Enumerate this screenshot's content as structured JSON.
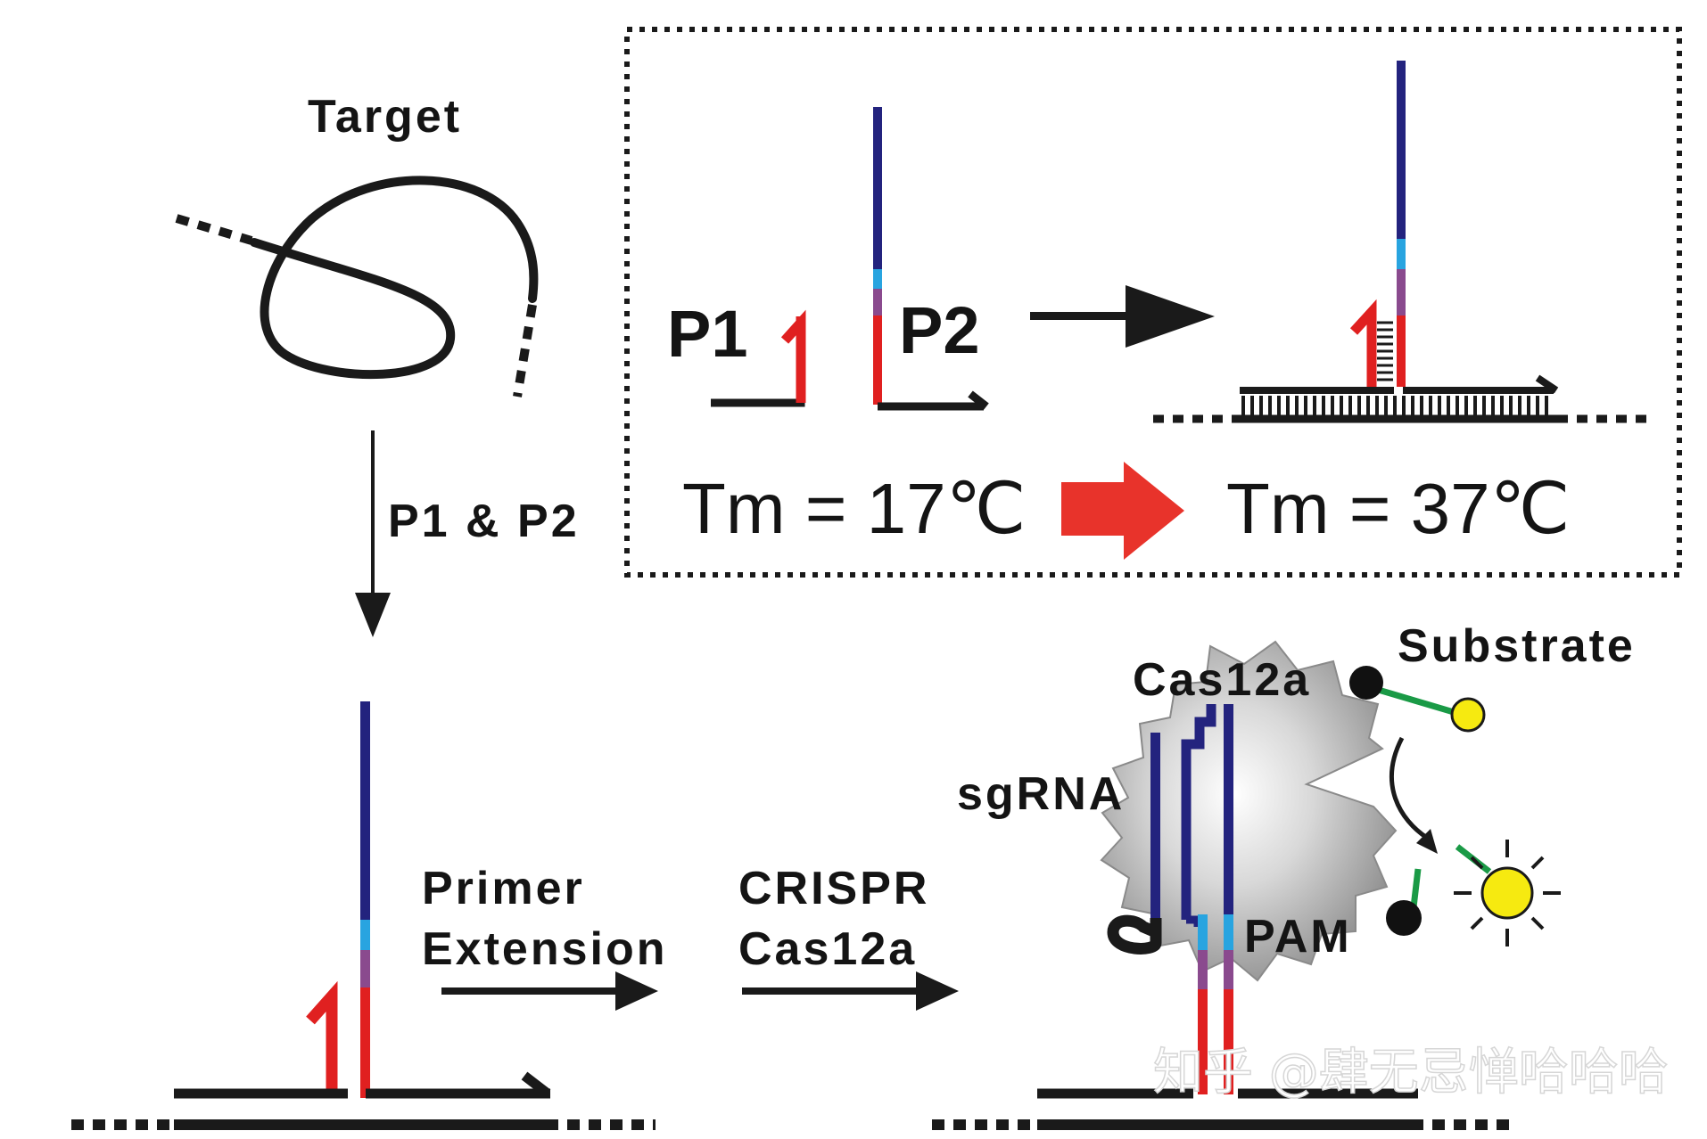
{
  "labels": {
    "target": "Target",
    "p1_p2": "P1 & P2",
    "p1": "P1",
    "p2": "P2",
    "tm_low": "Tm = 17℃",
    "tm_high": "Tm = 37℃",
    "primer_extension_1": "Primer",
    "primer_extension_2": "Extension",
    "crispr_1": "CRISPR",
    "crispr_2": "Cas12a",
    "cas12a": "Cas12a",
    "sgrna": "sgRNA",
    "pam": "PAM",
    "substrate": "Substrate"
  },
  "watermark": "知乎 @肆无忌惮哈哈哈",
  "colors": {
    "strand": "#1a1a1a",
    "navy": "#23237e",
    "cyan": "#28a4e0",
    "purple": "#8a4a8e",
    "red": "#e02020",
    "arrow_red": "#e8332b",
    "fluor_yellow": "#f6ea10",
    "quencher_black": "#111111",
    "linker_green": "#1a9a46",
    "cas_gray": "#9b9b9b"
  }
}
